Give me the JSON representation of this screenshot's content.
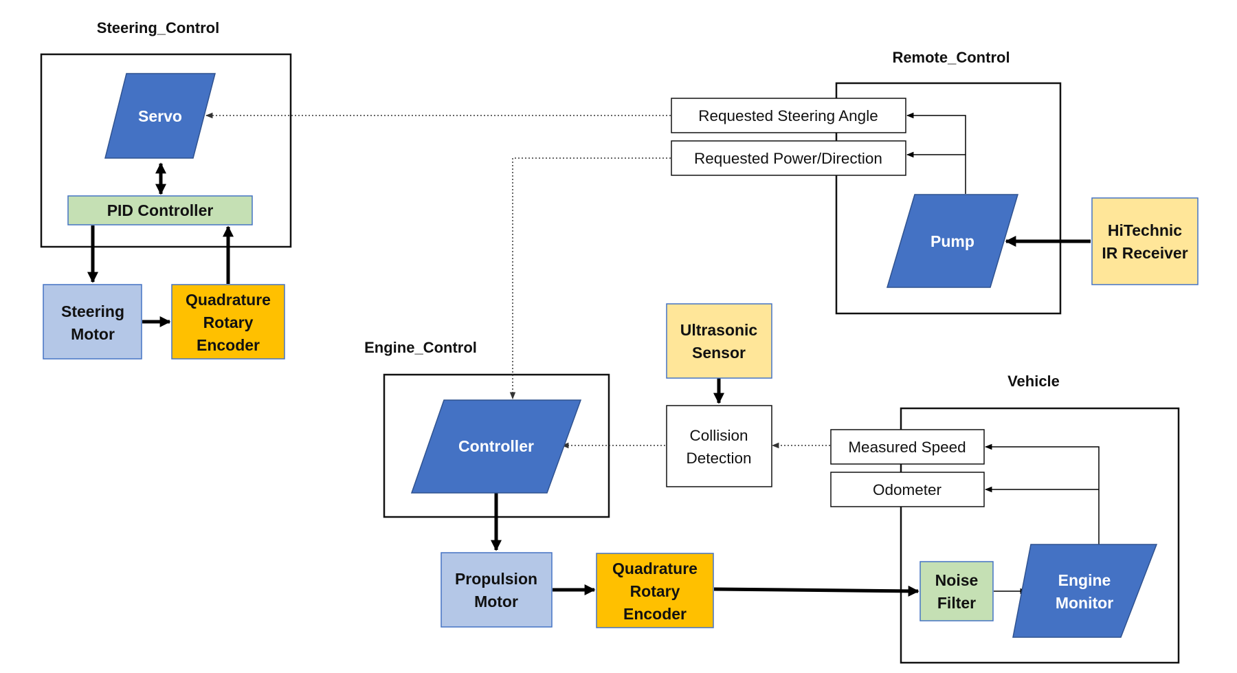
{
  "groups": {
    "steering": "Steering_Control",
    "remote": "Remote_Control",
    "engine": "Engine_Control",
    "vehicle": "Vehicle"
  },
  "blocks": {
    "servo": "Servo",
    "pid": "PID Controller",
    "steering_motor": [
      "Steering",
      "Motor"
    ],
    "quad_encoder_steering": [
      "Quadrature",
      "Rotary",
      "Encoder"
    ],
    "pump": "Pump",
    "hitechnic": [
      "HiTechnic",
      "IR Receiver"
    ],
    "ultrasonic": [
      "Ultrasonic",
      "Sensor"
    ],
    "collision": [
      "Collision",
      "Detection"
    ],
    "controller": "Controller",
    "propulsion_motor": [
      "Propulsion",
      "Motor"
    ],
    "quad_encoder_propulsion": [
      "Quadrature",
      "Rotary",
      "Encoder"
    ],
    "noise_filter": [
      "Noise",
      "Filter"
    ],
    "engine_monitor": [
      "Engine",
      "Monitor"
    ]
  },
  "signals": {
    "steering_angle": "Requested Steering Angle",
    "power_direction": "Requested Power/Direction",
    "measured_speed": "Measured Speed",
    "odometer": "Odometer"
  },
  "colors": {
    "component": "#4472c4",
    "pid": "#c5e0b4",
    "motor": "#b4c7e7",
    "encoder": "#ffc000",
    "sensor": "#ffe699"
  }
}
